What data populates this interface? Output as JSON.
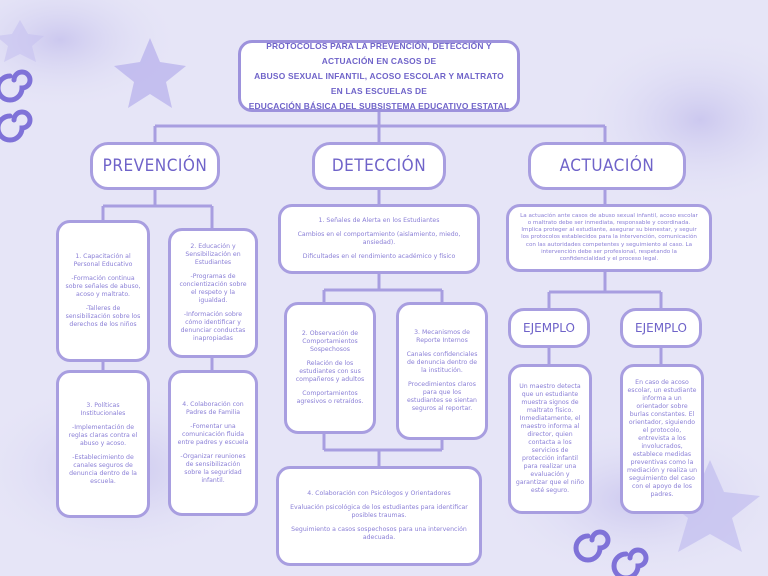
{
  "title": {
    "line1": "PROTOCOLOS PARA LA PREVENCIÓN, DETECCIÓN Y ACTUACIÓN EN CASOS DE",
    "line2": "ABUSO SEXUAL INFANTIL, ACOSO ESCOLAR Y MALTRATO EN LAS ESCUELAS DE",
    "line3": "EDUCACIÓN BÁSICA DEL SUBSISTEMA EDUCATIVO ESTATAL"
  },
  "prevencion": {
    "header": "PREVENCIÓN",
    "b1": {
      "title": "1. Capacitación al Personal Educativo",
      "p1": "-Formación continua sobre señales de abuso, acoso y maltrato.",
      "p2": "-Talleres de sensibilización sobre los derechos de los niños"
    },
    "b2": {
      "title": "2. Educación y Sensibilización en Estudiantes",
      "p1": "-Programas de concientización sobre el respeto y la igualdad.",
      "p2": "-Información sobre cómo identificar y denunciar conductas inapropiadas"
    },
    "b3": {
      "title": "3. Políticas Institucionales",
      "p1": "-Implementación de reglas claras contra el abuso y acoso.",
      "p2": "-Establecimiento de canales seguros de denuncia dentro de la escuela."
    },
    "b4": {
      "title": "4. Colaboración con Padres de Familia",
      "p1": "-Fomentar una comunicación fluida entre padres y escuela",
      "p2": "-Organizar reuniones de sensibilización sobre la seguridad infantil."
    }
  },
  "deteccion": {
    "header": "DETECCIÓN",
    "b1": {
      "title": "1. Señales de Alerta en los Estudiantes",
      "p1": "Cambios en el comportamiento (aislamiento, miedo, ansiedad).",
      "p2": "Dificultades en el rendimiento académico y físico"
    },
    "b2": {
      "title": "2. Observación de Comportamientos Sospechosos",
      "p1": "Relación de los estudiantes con sus compañeros y adultos",
      "p2": "Comportamientos agresivos o retraídos."
    },
    "b3": {
      "title": "3. Mecanismos de Reporte Internos",
      "p1": "Canales confidenciales de denuncia dentro de la institución.",
      "p2": "Procedimientos claros para que los estudiantes se sientan seguros al reportar."
    },
    "b4": {
      "title": "4. Colaboración con Psicólogos y Orientadores",
      "p1": "Evaluación psicológica de los estudiantes para identificar posibles traumas.",
      "p2": "Seguimiento a casos sospechosos para una intervención adecuada."
    }
  },
  "actuacion": {
    "header": "ACTUACIÓN",
    "desc": "La actuación ante casos de abuso sexual infantil, acoso escolar o maltrato debe ser inmediata, responsable y coordinada. Implica proteger al estudiante, asegurar su bienestar, y seguir los protocolos establecidos para la intervención, comunicación con las autoridades competentes y seguimiento al caso. La intervención debe ser profesional, respetando la confidencialidad y el proceso legal.",
    "ejemplo1_label": "EJEMPLO",
    "ejemplo2_label": "EJEMPLO",
    "ejemplo1": "Un maestro detecta que un estudiante muestra signos de maltrato físico. Inmediatamente, el maestro informa al director, quien contacta a los servicios de protección infantil para realizar una evaluación y garantizar que el niño esté seguro.",
    "ejemplo2": "En caso de acoso escolar, un estudiante informa a un orientador sobre burlas constantes. El orientador, siguiendo el protocolo, entrevista a los involucrados, establece medidas preventivas como la mediación y realiza un seguimiento del caso con el apoyo de los padres."
  },
  "colors": {
    "border": "#a89ee0",
    "text": "#8a7fd6",
    "header": "#6f63c9",
    "background": "#e4e3f6"
  }
}
